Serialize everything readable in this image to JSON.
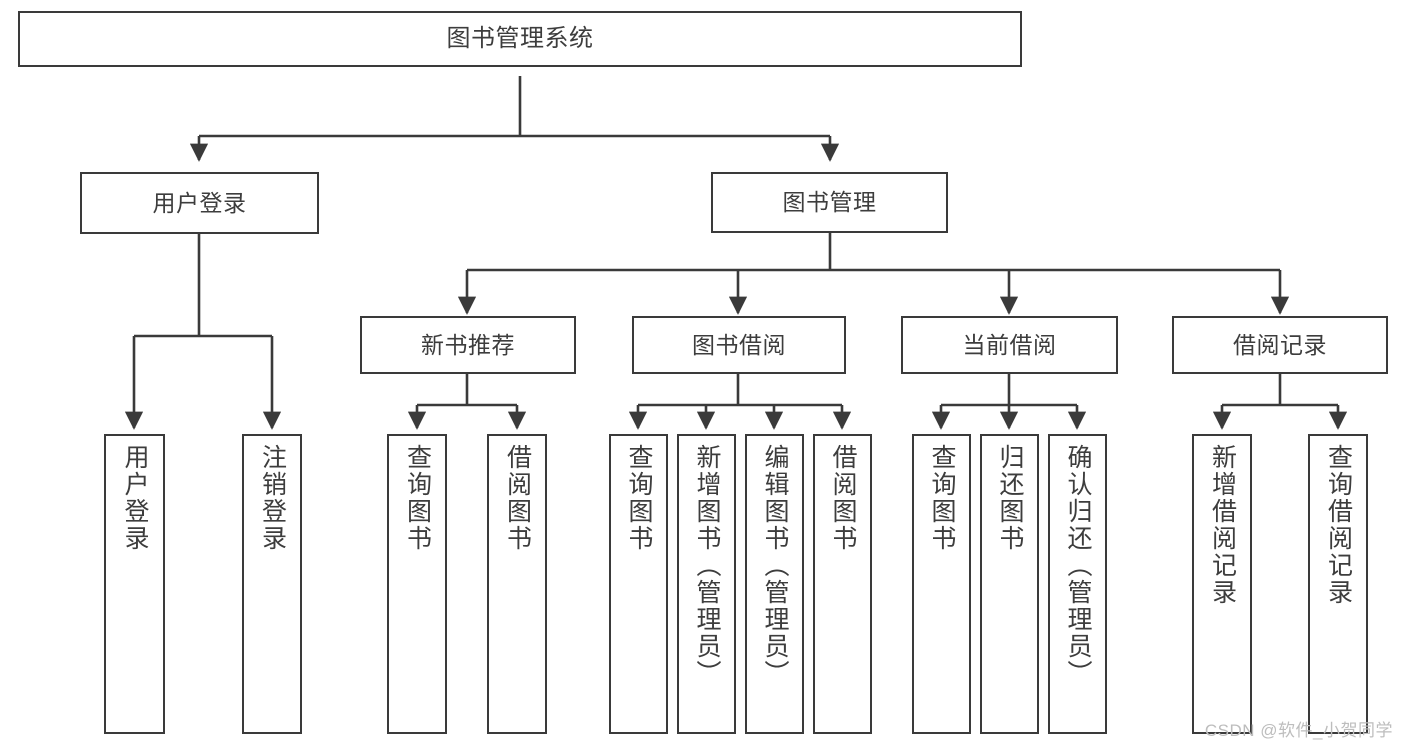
{
  "diagram": {
    "title": "图书管理系统",
    "stroke_color": "#3a3a3a",
    "text_color": "#3d3d3d",
    "background_color": "#ffffff"
  },
  "nodes": {
    "root": {
      "label": "图书管理系统"
    },
    "level2": [
      {
        "label": "用户登录"
      },
      {
        "label": "图书管理"
      }
    ],
    "level3": [
      {
        "label": "新书推荐"
      },
      {
        "label": "图书借阅"
      },
      {
        "label": "当前借阅"
      },
      {
        "label": "借阅记录"
      }
    ],
    "leaves": {
      "user_login": [
        {
          "label": "用户登录"
        },
        {
          "label": "注销登录"
        }
      ],
      "new_book_recommend": [
        {
          "label": "查询图书"
        },
        {
          "label": "借阅图书"
        }
      ],
      "book_borrow": [
        {
          "label": "查询图书"
        },
        {
          "label": "新增图书（管理员）"
        },
        {
          "label": "编辑图书（管理员）"
        },
        {
          "label": "借阅图书"
        }
      ],
      "current_borrow": [
        {
          "label": "查询图书"
        },
        {
          "label": "归还图书"
        },
        {
          "label": "确认归还（管理员）"
        }
      ],
      "borrow_record": [
        {
          "label": "新增借阅记录"
        },
        {
          "label": "查询借阅记录"
        }
      ]
    }
  },
  "watermark": {
    "text": "CSDN @软件_小贺同学"
  }
}
